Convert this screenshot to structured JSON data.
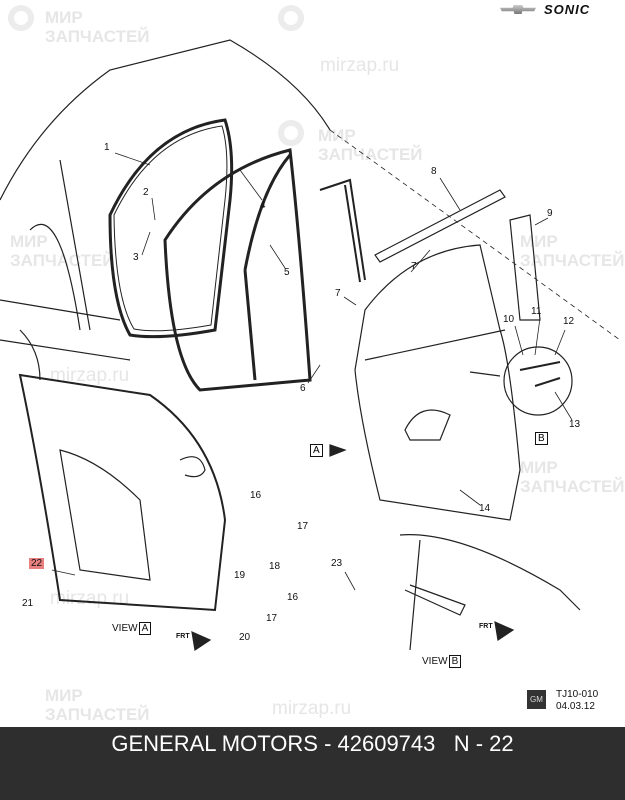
{
  "brand": {
    "model": "SONIC"
  },
  "watermark": {
    "line1": "МИР",
    "line2": "ЗАПЧАСТЕЙ",
    "site": "mirzap.ru"
  },
  "callouts": {
    "c1": "1",
    "c2": "2",
    "c3": "3",
    "c4": "4",
    "c5": "5",
    "c6": "6",
    "c7a": "7",
    "c7b": "7",
    "c8": "8",
    "c9": "9",
    "c10": "10",
    "c11": "11",
    "c12": "12",
    "c13": "13",
    "c14": "14",
    "c16a": "16",
    "c17a": "17",
    "c18": "18",
    "c19": "19",
    "c16b": "16",
    "c17b": "17",
    "c20": "20",
    "c21": "21",
    "c22": "22",
    "c23": "23"
  },
  "views": {
    "a_label": "VIEW",
    "a_letter": "A",
    "b_label": "VIEW",
    "b_letter": "B",
    "a_marker": "A",
    "b_marker": "B",
    "frt": "FRT"
  },
  "footer_stamp": {
    "gm": "GM",
    "code": "TJ10-010",
    "date": "04.03.12"
  },
  "bottom_bar": {
    "text": "GENERAL MOTORS - 42609743   N - 22"
  },
  "colors": {
    "bar": "#2e2e2e",
    "highlight": "#e88080"
  }
}
